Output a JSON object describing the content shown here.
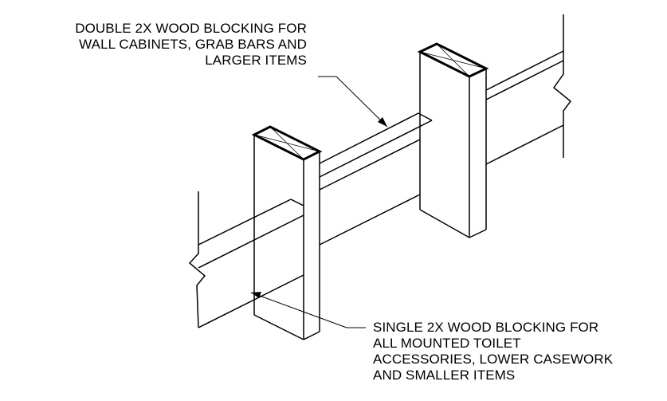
{
  "notes": {
    "double_blocking": {
      "lines": [
        "DOUBLE 2X WOOD BLOCKING FOR",
        "WALL CABINETS, GRAB BARS AND",
        "LARGER ITEMS"
      ]
    },
    "single_blocking": {
      "lines": [
        "SINGLE 2X WOOD BLOCKING FOR",
        "ALL MOUNTED TOILET",
        "ACCESSORIES, LOWER CASEWORK",
        "AND SMALLER ITEMS"
      ]
    }
  },
  "colors": {
    "line": "#000000",
    "background": "#ffffff"
  }
}
